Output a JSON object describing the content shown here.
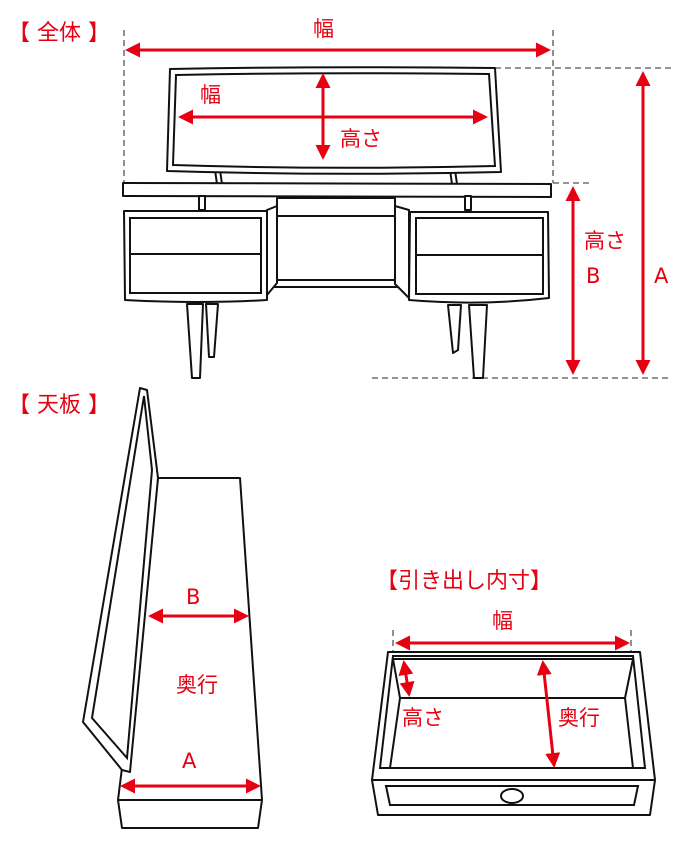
{
  "sections": {
    "overall": {
      "title": "【 全体 】",
      "width_label": "幅",
      "mirror_width_label": "幅",
      "mirror_height_label": "高さ",
      "height_b_label": "高さ",
      "b_label": "B",
      "a_label": "A"
    },
    "tabletop": {
      "title": "【 天板 】",
      "b_label": "B",
      "depth_label": "奥行",
      "a_label": "A"
    },
    "drawer": {
      "title": "【引き出し内寸】",
      "width_label": "幅",
      "height_label": "高さ",
      "depth_label": "奥行"
    }
  },
  "colors": {
    "accent": "#e60012",
    "line": "#111111"
  }
}
